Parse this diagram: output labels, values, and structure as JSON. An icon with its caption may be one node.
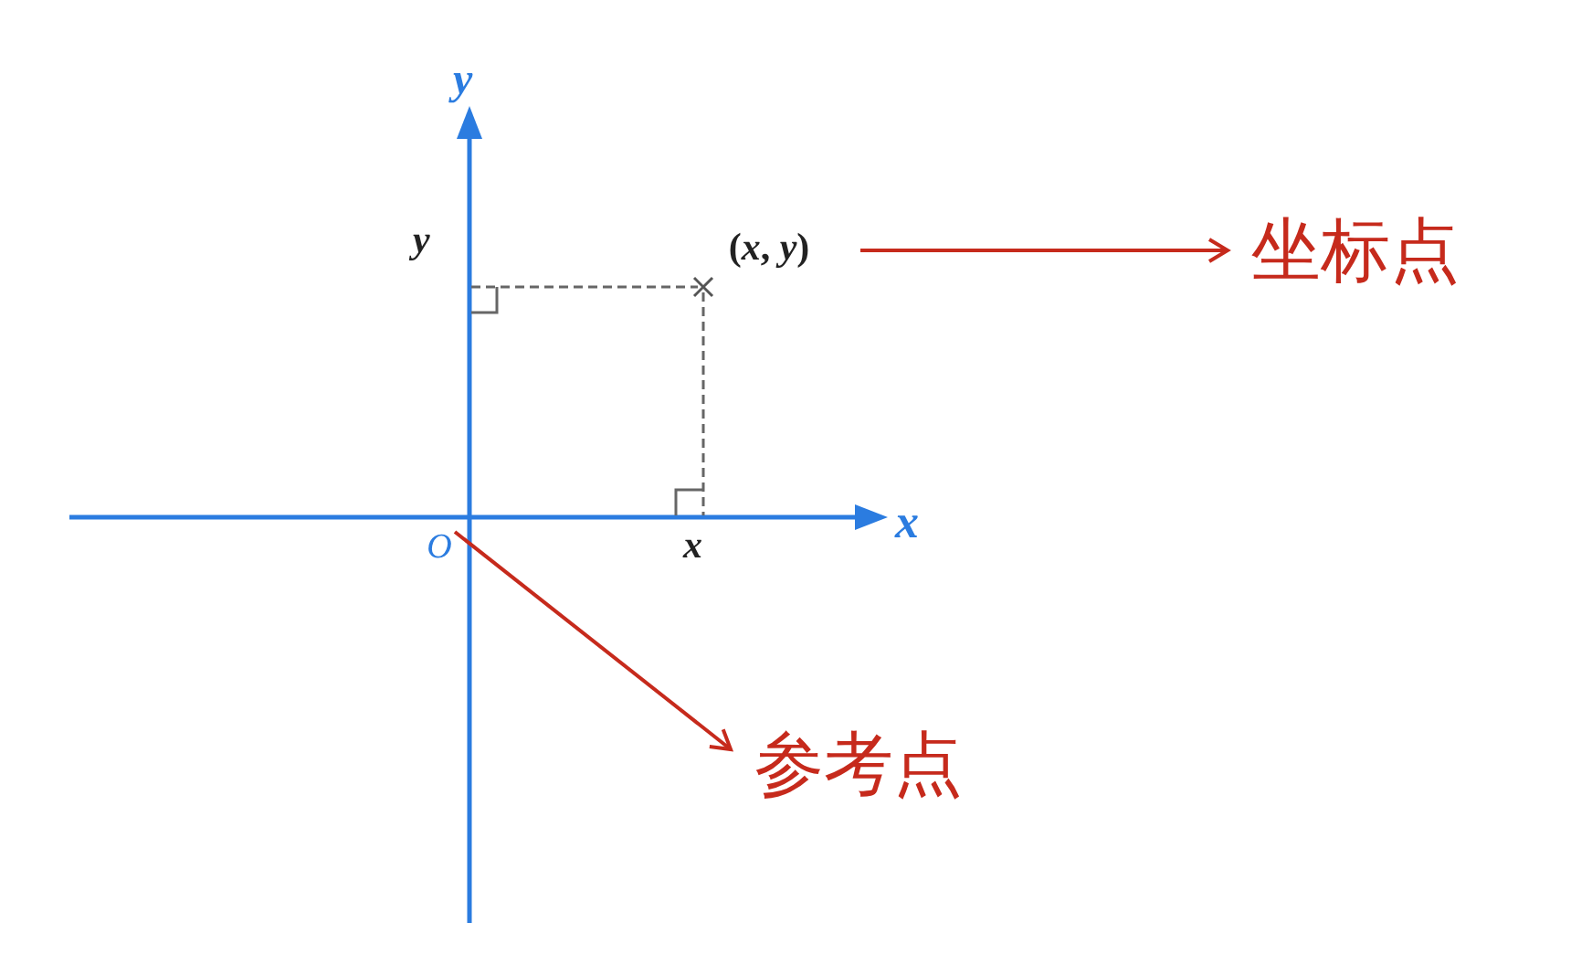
{
  "diagram": {
    "nodes": [
      {
        "text": [
          "(*x*, *y*)"
        ]
      },
      {
        "text": [
          "坐标点"
        ]
      },
      {
        "text": [
          "O"
        ]
      },
      {
        "text": [
          "参考点"
        ]
      }
    ],
    "edges": [
      {
        "from": 0,
        "to": 1,
        "arrow": "to"
      },
      {
        "from": 2,
        "to": 3,
        "arrow": "to"
      }
    ],
    "labels": [
      "y",
      "y",
      "x",
      "x"
    ]
  }
}
